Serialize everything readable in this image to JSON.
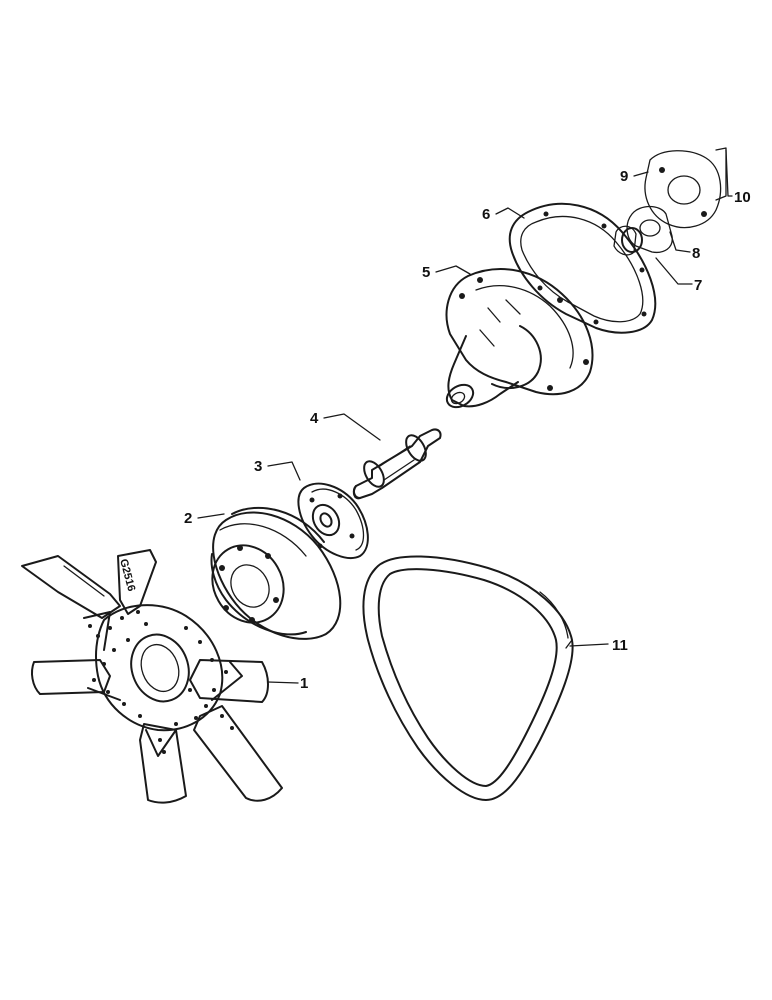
{
  "diagram": {
    "callouts": [
      {
        "id": "1",
        "label": "1"
      },
      {
        "id": "2",
        "label": "2"
      },
      {
        "id": "3",
        "label": "3"
      },
      {
        "id": "4",
        "label": "4"
      },
      {
        "id": "5",
        "label": "5"
      },
      {
        "id": "6",
        "label": "6"
      },
      {
        "id": "7",
        "label": "7"
      },
      {
        "id": "8",
        "label": "8"
      },
      {
        "id": "9",
        "label": "9"
      },
      {
        "id": "10",
        "label": "10"
      },
      {
        "id": "11",
        "label": "11"
      }
    ],
    "fan_stamp": "G2516"
  }
}
